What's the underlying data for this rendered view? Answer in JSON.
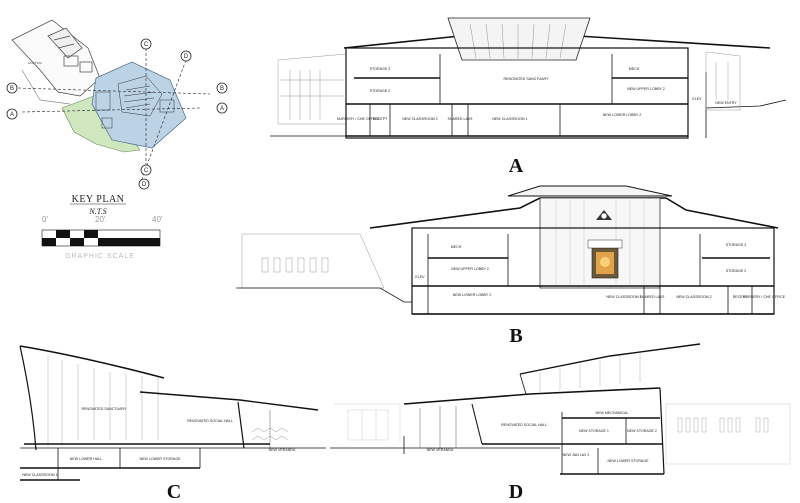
{
  "key_plan": {
    "title": "KEY PLAN",
    "subtitle": "N.T.S",
    "markers": [
      "A",
      "B",
      "C",
      "D"
    ],
    "existing_label": "EXISTING"
  },
  "graphic_scale": {
    "label": "GRAPHIC SCALE",
    "ticks": [
      "0'",
      "20'",
      "40'"
    ]
  },
  "sections": {
    "A": {
      "letter": "A",
      "rooms": [
        "STORAGE 3",
        "STORAGE 2",
        "RENOVATED SANCTUARY",
        "MECH",
        "NEW UPPER LOBBY 2",
        "ELEV",
        "NEW ENTRY",
        "NURSERY / CHE OFFICE",
        "RECEPT",
        "NEW CLASSROOM 2",
        "SHARED LAVS",
        "NEW CLASSROOM 1",
        "NEW LOWER LOBBY 2"
      ]
    },
    "B": {
      "letter": "B",
      "rooms": [
        "MECH",
        "NEW UPPER LOBBY 2",
        "ELEV",
        "NEW LOWER LOBBY 2",
        "STORAGE 3",
        "STORAGE 2",
        "NEW CLASSROOM 1",
        "SHARED LAVS",
        "NEW CLASSROOM 2",
        "RECEPT",
        "NURSERY / CHE OFFICE"
      ]
    },
    "C": {
      "letter": "C",
      "rooms": [
        "RENOVATED SANCTUARY",
        "RENOVATED SOCIAL HALL",
        "NEW LOWER HALL",
        "NEW LOWER STORAGE",
        "NEW VERANDA",
        "NEW CLASSROOM 1"
      ]
    },
    "D": {
      "letter": "D",
      "rooms": [
        "NEW MECHANICAL",
        "RENOVATED SOCIAL HALL",
        "NEW STORAGE 1",
        "NEW STORAGE 2",
        "NEW VERANDA",
        "NEW JAN LAV 2",
        "NEW LOWER STORAGE"
      ]
    }
  }
}
